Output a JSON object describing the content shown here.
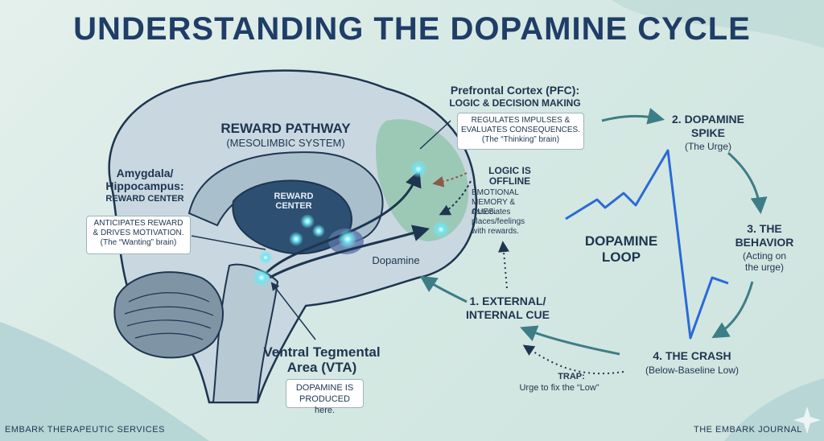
{
  "title": "UNDERSTANDING THE DOPAMINE CYCLE",
  "reward_pathway": {
    "title": "REWARD PATHWAY",
    "subtitle": "(MESOLIMBIC SYSTEM)"
  },
  "reward_center_label": "REWARD\nCENTER",
  "amygdala": {
    "title": "Amygdala/\nHippocampus:",
    "subtitle": "REWARD CENTER",
    "box": "ANTICIPATES REWARD\n& DRIVES MOTIVATION.\n(The “Wanting” brain)"
  },
  "pfc": {
    "title": "Prefrontal Cortex (PFC):",
    "subtitle": "LOGIC & DECISION MAKING",
    "box": "REGULATES IMPULSES &\nEVALUATES CONSEQUENCES.\n(The “Thinking” brain)"
  },
  "logic_offline": {
    "title": "LOGIC IS\nOFFLINE",
    "subtitle": "EMOTIONAL\nMEMORY & CUES.",
    "text": "Associates\nplaces/feelings\nwith rewards."
  },
  "dopamine_label": "Dopamine",
  "vta": {
    "title": "Ventral Tegmental\nArea (VTA)",
    "box": "DOPAMINE IS\nPRODUCED here."
  },
  "loop_label": "DOPAMINE\nLOOP",
  "steps": [
    {
      "title": "1. EXTERNAL/\nINTERNAL CUE",
      "subtitle": ""
    },
    {
      "title": "2. DOPAMINE\nSPIKE",
      "subtitle": "(The Urge)"
    },
    {
      "title": "3. THE\nBEHAVIOR",
      "subtitle": "(Acting on\nthe urge)"
    },
    {
      "title": "4. THE CRASH",
      "subtitle": "(Below-Baseline Low)"
    }
  ],
  "trap": {
    "title": "TRAP:",
    "text": "Urge to fix the “Low”"
  },
  "footer_left": "EMBARK THERAPEUTIC SERVICES",
  "footer_right": "THE EMBARK JOURNAL",
  "colors": {
    "title": "#1f3d66",
    "brain": "#c9d8e0",
    "reward_center": "#2d4f72",
    "pfc": "#8cc4a8",
    "arrow": "#3d7e86",
    "glow": "#5fe0f0"
  }
}
